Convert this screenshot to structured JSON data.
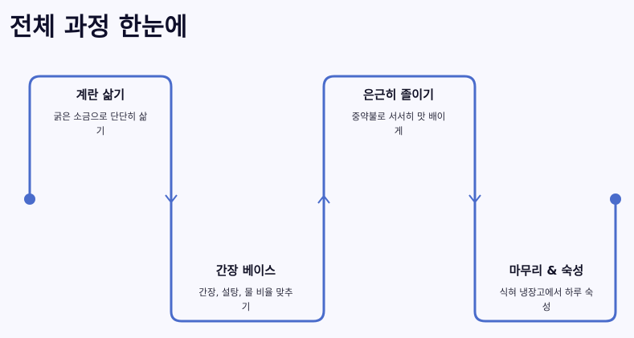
{
  "title": "전체 과정 한눈에",
  "accent_color": "#4a6ccb",
  "steps": [
    {
      "title": "계란 삶기",
      "desc": "굵은 소금으로 단단히 삶기"
    },
    {
      "title": "간장 베이스",
      "desc": "간장, 설탕, 물 비율 맞추기"
    },
    {
      "title": "은근히 졸이기",
      "desc": "중약불로 서서히 맛 배이게"
    },
    {
      "title": "마무리 & 숙성",
      "desc": "식혀 냉장고에서 하루 숙성"
    }
  ]
}
